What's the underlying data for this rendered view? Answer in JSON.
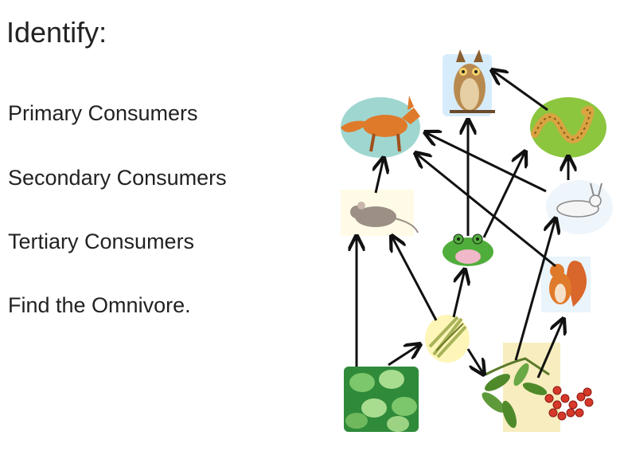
{
  "title": "Identify:",
  "items": [
    "Primary Consumers",
    "Secondary Consumers",
    "Tertiary Consumers",
    "Find the Omnivore."
  ],
  "food_web": {
    "organisms": [
      "owl",
      "fox",
      "snake",
      "mouse",
      "hare",
      "frog",
      "squirrel",
      "grasshopper",
      "leaves",
      "rowan"
    ],
    "arrows": [
      [
        "leaves",
        "mouse"
      ],
      [
        "leaves",
        "grasshopper"
      ],
      [
        "grasshopper",
        "mouse"
      ],
      [
        "grasshopper",
        "frog"
      ],
      [
        "grasshopper",
        "rowan"
      ],
      [
        "rowan",
        "hare"
      ],
      [
        "rowan",
        "squirrel"
      ],
      [
        "mouse",
        "fox"
      ],
      [
        "frog",
        "owl"
      ],
      [
        "frog",
        "snake"
      ],
      [
        "hare",
        "fox"
      ],
      [
        "hare",
        "snake"
      ],
      [
        "squirrel",
        "fox"
      ],
      [
        "snake",
        "owl"
      ]
    ]
  },
  "colors": {
    "text": "#222222",
    "arrow": "#111111"
  }
}
